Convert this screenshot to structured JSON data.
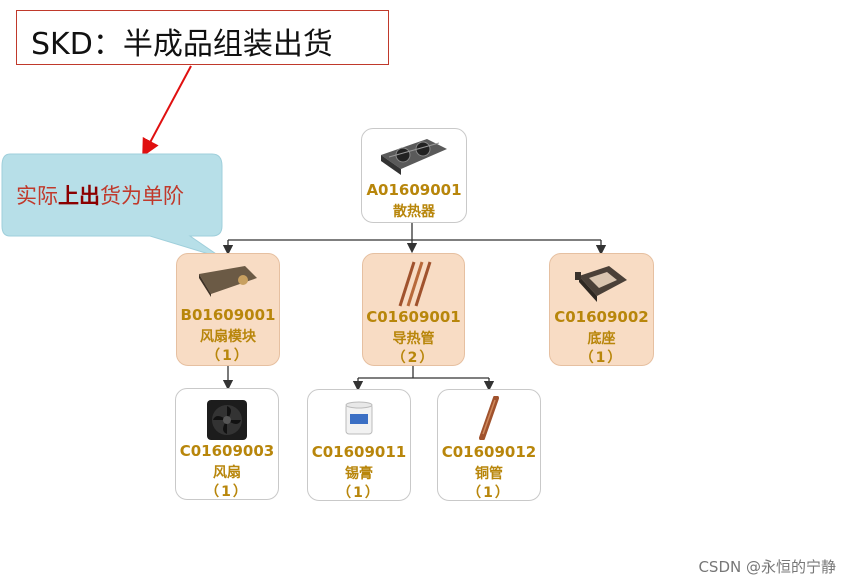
{
  "title": "SKD：半成品组装出货",
  "callout": {
    "pre": "实际",
    "bold": "上出",
    "post": "货为单阶"
  },
  "nodes": {
    "root": {
      "code": "A01609001",
      "name": "散热器",
      "qty": ""
    },
    "fan_module": {
      "code": "B01609001",
      "name": "风扇模块",
      "qty": "（1）"
    },
    "heat_pipe": {
      "code": "C01609001",
      "name": "导热管",
      "qty": "（2）"
    },
    "base": {
      "code": "C01609002",
      "name": "底座",
      "qty": "（1）"
    },
    "fan": {
      "code": "C01609003",
      "name": "风扇",
      "qty": "（1）"
    },
    "solder_paste": {
      "code": "C01609011",
      "name": "锡膏",
      "qty": "（1）"
    },
    "copper_pipe": {
      "code": "C01609012",
      "name": "铜管",
      "qty": "（1）"
    }
  },
  "watermark": "CSDN @永恒的宁静",
  "colors": {
    "accent_red": "#c0392b",
    "label_gold": "#b8860b",
    "tan_fill": "#f8dcc4",
    "callout_fill": "#b7dfe8"
  }
}
